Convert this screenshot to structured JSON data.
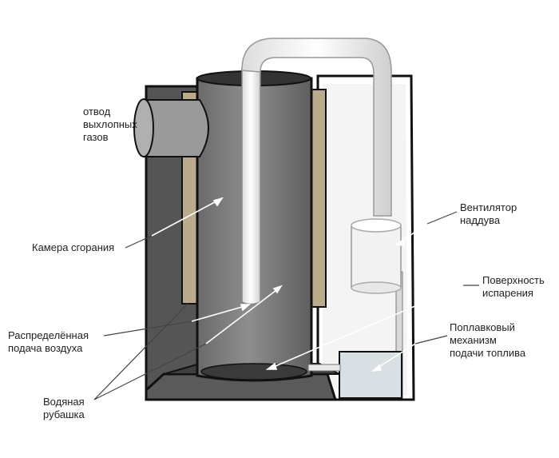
{
  "colors": {
    "body_dark": "#4a4a4a",
    "body_mid": "#6b6b6b",
    "body_light": "#8a8a8a",
    "outline": "#111111",
    "cylinder": "#7a7a7a",
    "cylinder_light": "#9a9a9a",
    "insulation": "#b9ab8c",
    "tube": "#eeeeee",
    "tube_shade": "#cfcfcf",
    "float_box": "#d8e0e4",
    "pointer": "#ffffff",
    "leader": "#444444"
  },
  "labels": {
    "exhaust": [
      "отвод",
      "выхлопных",
      "газов"
    ],
    "combustion": [
      "Камера сгорания"
    ],
    "air": [
      "Распределённая",
      "подача воздуха"
    ],
    "water": [
      "Водяная",
      "рубашка"
    ],
    "fan": [
      "Вентилятор",
      "наддува"
    ],
    "evaporation": [
      "Поверхность",
      "испарения"
    ],
    "float": [
      "Поплавковый",
      "механизм",
      "подачи топлива"
    ]
  }
}
